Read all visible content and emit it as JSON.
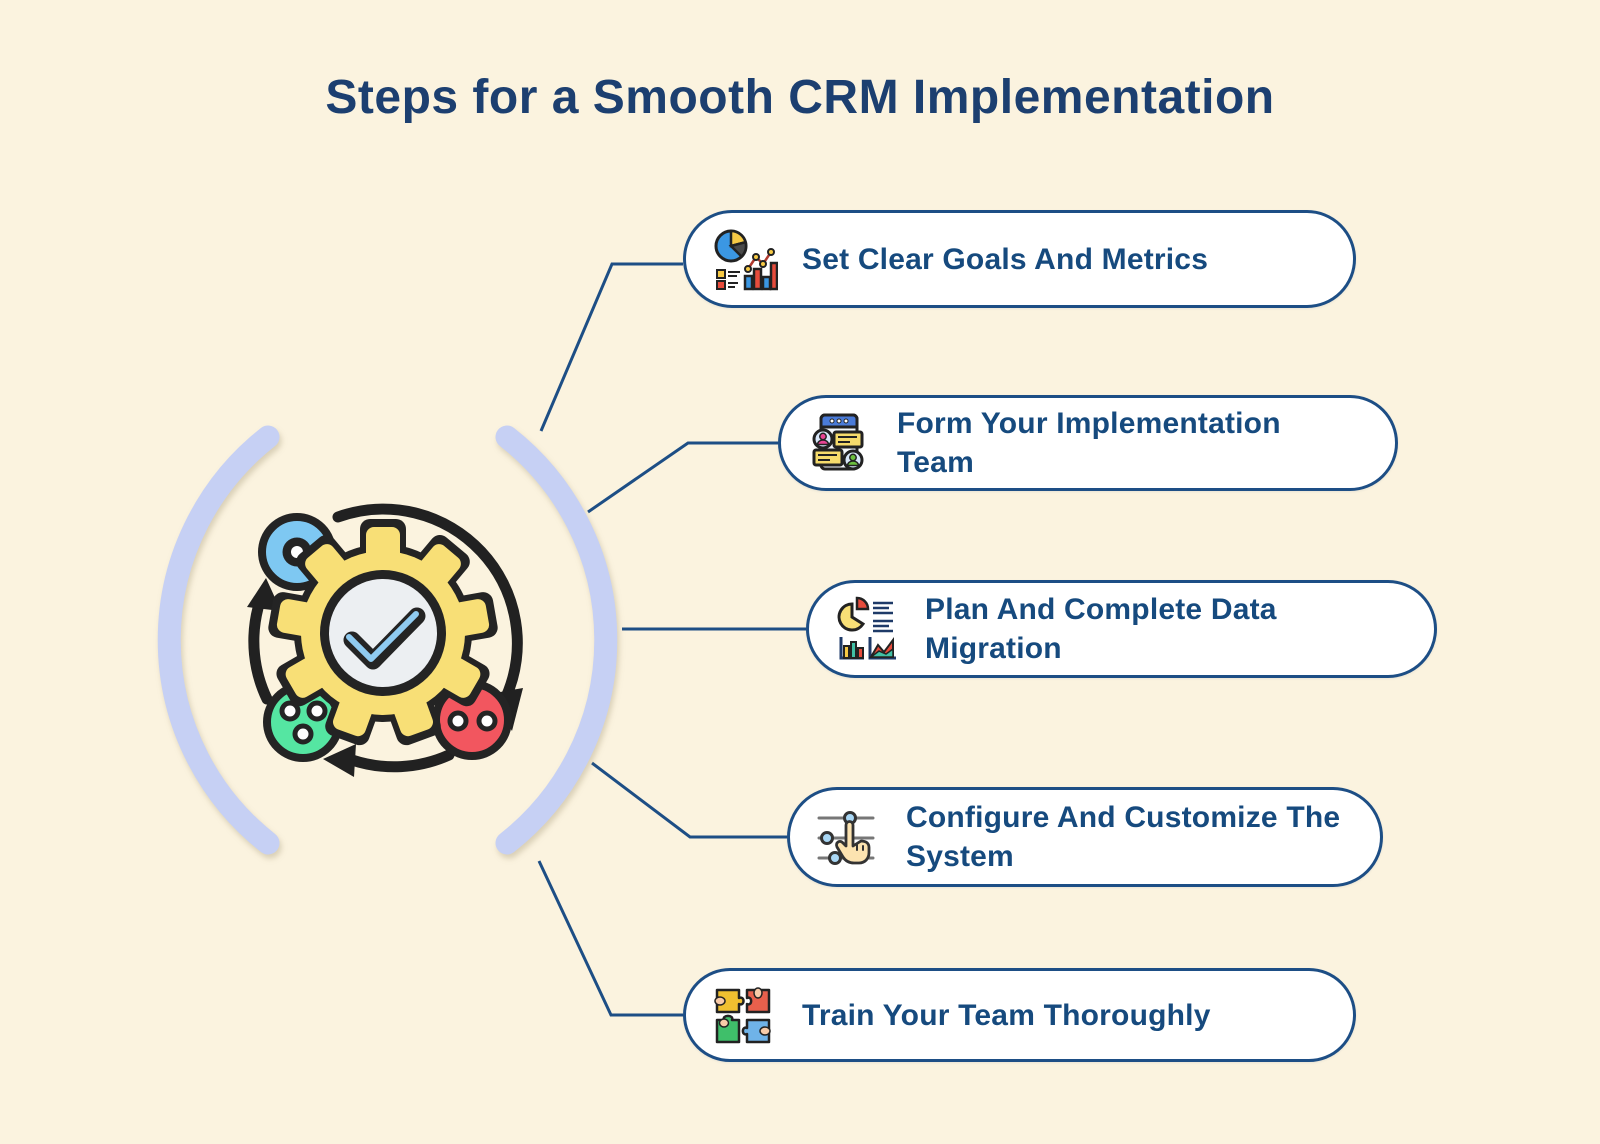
{
  "title": "Steps for a Smooth CRM Implementation",
  "steps": [
    {
      "label": "Set Clear Goals And Metrics",
      "icon": "analytics-icon"
    },
    {
      "label": "Form Your Implementation\nTeam",
      "icon": "team-icon"
    },
    {
      "label": "Plan And Complete Data\nMigration",
      "icon": "data-migration-icon"
    },
    {
      "label": "Configure And Customize The\nSystem",
      "icon": "configure-icon"
    },
    {
      "label": "Train Your Team Thoroughly",
      "icon": "training-puzzle-icon"
    }
  ],
  "center_illustration": {
    "name": "process-gear-cycle",
    "gear_color": "#F8DF76",
    "check_color": "#8FCBF1",
    "node_colors": [
      "#7EC8F2",
      "#55E6A2",
      "#F2565F"
    ]
  },
  "colors": {
    "background": "#FBF3DF",
    "box_background": "#FFFFFF",
    "box_border": "#1D4E85",
    "label_text": "#164A7E",
    "title_text": "#1C3F70",
    "bracket": "#C6D0F4",
    "connector": "#1D4E85"
  }
}
